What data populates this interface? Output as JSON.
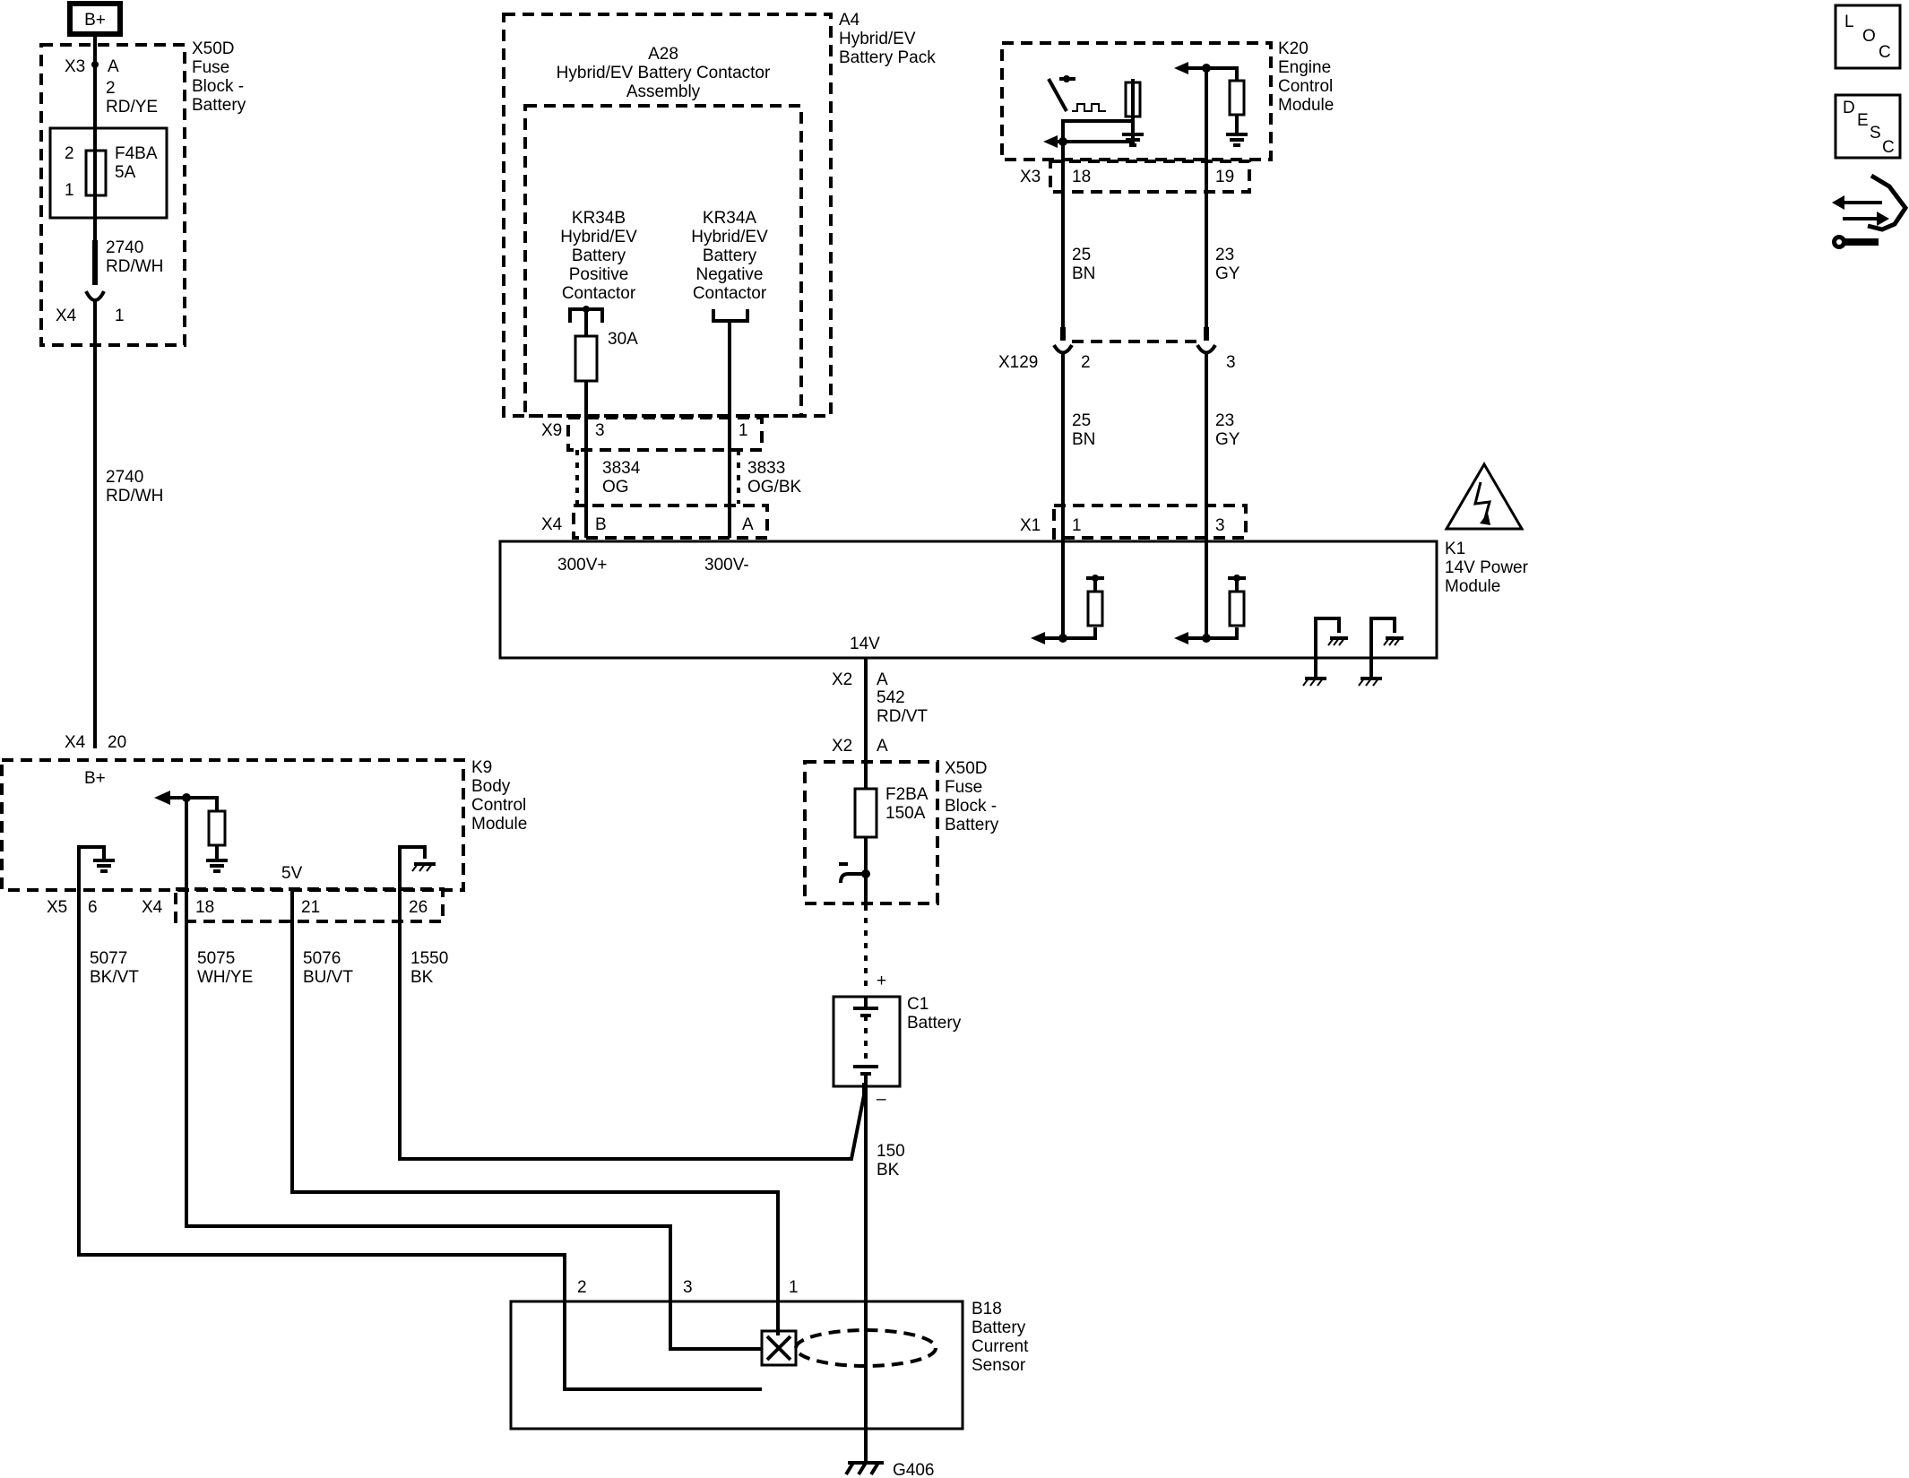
{
  "labels": {
    "bplus_top": "B+",
    "x50d_a": {
      "name": "X50D",
      "line1": "Fuse",
      "line2": "Block -",
      "line3": "Battery"
    },
    "x3_a": "X3",
    "pin_a": "A",
    "w2": "2",
    "rdye": "RD/YE",
    "fuse_f4ba": "F4BA",
    "fuse_5a": "5A",
    "pin2": "2",
    "pin1": "1",
    "w2740a": "2740",
    "rdwh_a": "RD/WH",
    "x4_top": "X4",
    "x4_top_pin": "1",
    "w2740b": "2740",
    "rdwh_b": "RD/WH",
    "a4": {
      "name": "A4",
      "line1": "Hybrid/EV",
      "line2": "Battery Pack"
    },
    "a28": {
      "name": "A28",
      "line1": "Hybrid/EV Battery Contactor",
      "line2": "Assembly"
    },
    "kr34b": {
      "name": "KR34B",
      "line1": "Hybrid/EV",
      "line2": "Battery",
      "line3": "Positive",
      "line4": "Contactor"
    },
    "kr34a": {
      "name": "KR34A",
      "line1": "Hybrid/EV",
      "line2": "Battery",
      "line3": "Negative",
      "line4": "Contactor"
    },
    "fuse30a": "30A",
    "x9": "X9",
    "x9_pin3": "3",
    "x9_pin1": "1",
    "w3834": "3834",
    "og": "OG",
    "w3833": "3833",
    "ogbk": "OG/BK",
    "x4_k1": "X4",
    "x4_b": "B",
    "x4_a": "A",
    "v300p": "300V+",
    "v300m": "300V-",
    "k20": {
      "name": "K20",
      "line1": "Engine",
      "line2": "Control",
      "line3": "Module"
    },
    "x3_k20": "X3",
    "k20_p18": "18",
    "k20_p19": "19",
    "w25a": "25",
    "bn_a": "BN",
    "w23a": "23",
    "gy_a": "GY",
    "x129": "X129",
    "x129_p2": "2",
    "x129_p3": "3",
    "w25b": "25",
    "bn_b": "BN",
    "w23b": "23",
    "gy_b": "GY",
    "x1": "X1",
    "x1_p1": "1",
    "x1_p3": "3",
    "k1": {
      "name": "K1",
      "line1": "14V Power",
      "line2": "Module"
    },
    "v14": "14V",
    "x2a": "X2",
    "x2a_pin": "A",
    "w542": "542",
    "rdvt": "RD/VT",
    "x2b": "X2",
    "x2b_pin": "A",
    "x50d_b": {
      "name": "X50D",
      "line1": "Fuse",
      "line2": "Block -",
      "line3": "Battery"
    },
    "fuse_f2ba": "F2BA",
    "fuse_150a": "150A",
    "x4_k9": "X4",
    "x4_k9_pin": "20",
    "k9": {
      "name": "K9",
      "line1": "Body",
      "line2": "Control",
      "line3": "Module"
    },
    "bplus_k9": "B+",
    "v5": "5V",
    "x5": "X5",
    "p6": "6",
    "x4_k9b": "X4",
    "p18": "18",
    "p21": "21",
    "p26": "26",
    "w5077": "5077",
    "bkvt": "BK/VT",
    "w5075": "5075",
    "whye": "WH/YE",
    "w5076": "5076",
    "buvt": "BU/VT",
    "w1550": "1550",
    "bk_a": "BK",
    "c1": {
      "name": "C1",
      "line1": "Battery"
    },
    "plus": "+",
    "minus": "–",
    "w150": "150",
    "bk_b": "BK",
    "b18": {
      "name": "B18",
      "line1": "Battery",
      "line2": "Current",
      "line3": "Sensor"
    },
    "b18_p2": "2",
    "b18_p3": "3",
    "b18_p1": "1",
    "g406": "G406"
  },
  "sidebar": {
    "loc": {
      "l": "L",
      "o": "O",
      "c": "C"
    },
    "desc": {
      "d": "D",
      "e": "E",
      "s": "S",
      "c": "C"
    }
  }
}
